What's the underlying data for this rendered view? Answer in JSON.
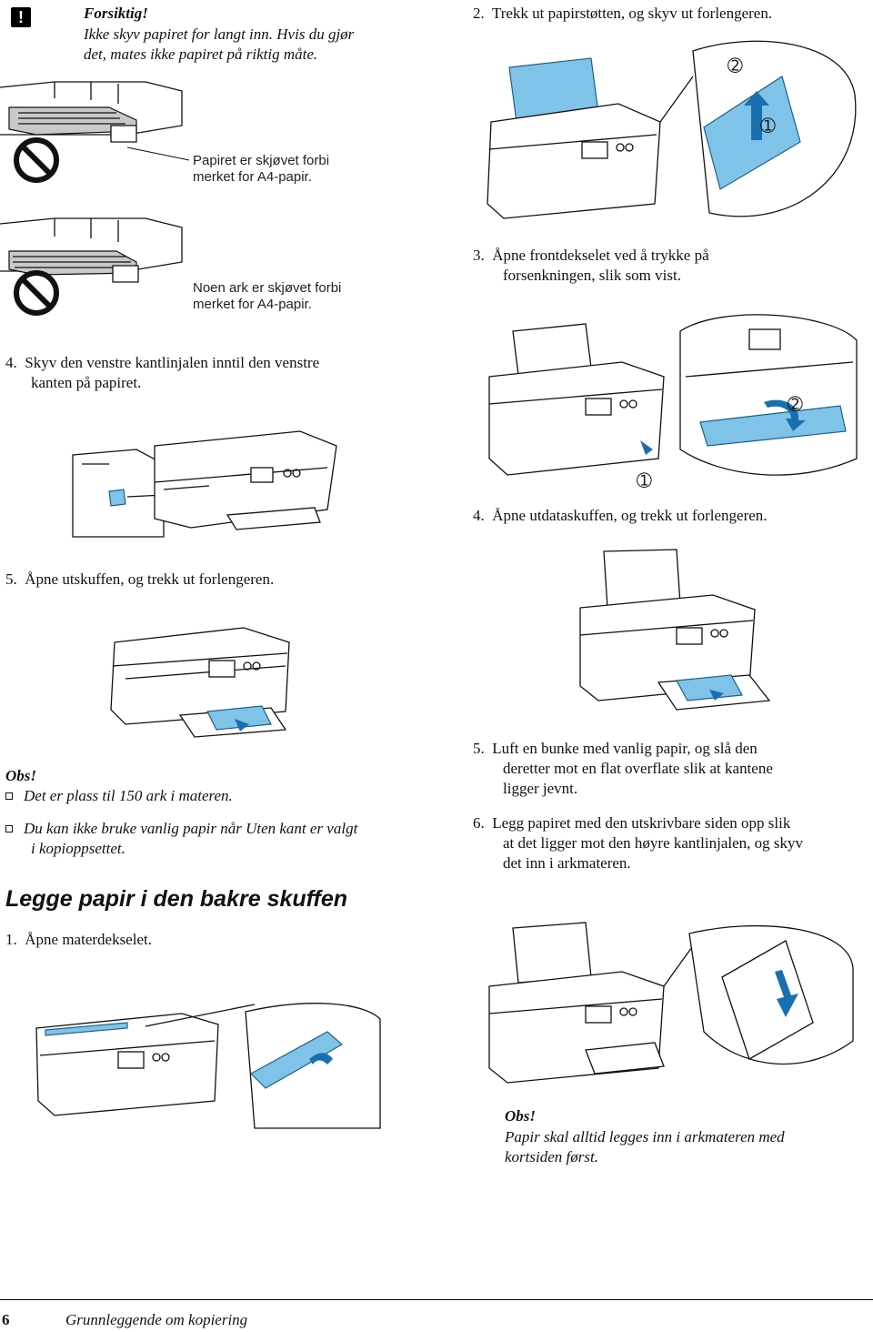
{
  "caution": {
    "icon": "exclamation-icon",
    "title": "Forsiktig!",
    "line1": "Ikke skyv papiret for langt inn. Hvis du gjør",
    "line2": "det, mates ikke papiret på riktig måte."
  },
  "figure_labels": {
    "bad1_line1": "Papiret er skjøvet forbi",
    "bad1_line2": "merket for A4-papir.",
    "bad2_line1": "Noen ark er skjøvet forbi",
    "bad2_line2": "merket for A4-papir.",
    "num1": "➀",
    "num2": "➁"
  },
  "steps": {
    "s4a_line1": "4.  Skyv den venstre kantlinjalen inntil den venstre",
    "s4a_line2": "kanten på papiret.",
    "s5a": "5.  Åpne utskuffen, og trekk ut forlengeren.",
    "s2": "2.  Trekk ut papirstøtten, og skyv ut forlengeren.",
    "s3_line1": "3.  Åpne frontdekselet ved å trykke på",
    "s3_line2": "forsenkningen, slik som vist.",
    "s4b": "4.  Åpne utdataskuffen, og trekk ut forlengeren.",
    "s5b_line1": "5.  Luft en bunke med vanlig papir, og slå den",
    "s5b_line2": "deretter mot en flat overflate slik at kantene",
    "s5b_line3": "ligger jevnt.",
    "s6_line1": "6.  Legg papiret med den utskrivbare siden opp slik",
    "s6_line2": "at det ligger mot den høyre kantlinjalen, og skyv",
    "s6_line3": "det inn i arkmateren.",
    "s1": "1.  Åpne materdekselet."
  },
  "obs1": {
    "title": "Obs!",
    "item1": "Det er plass til 150 ark i materen.",
    "item2_line1": "Du kan ikke bruke vanlig papir når Uten kant er valgt",
    "item2_line2": "i kopioppsettet."
  },
  "section_heading": "Legge papir i den bakre skuffen",
  "obs2": {
    "title": "Obs!",
    "line1": "Papir skal alltid legges inn i arkmateren med",
    "line2": "kortsiden først."
  },
  "footer": {
    "page_number": "6",
    "title": "Grunnleggende om kopiering"
  },
  "colors": {
    "illustration_blue": "#7fc3e8",
    "arrow_blue": "#1a6fae"
  }
}
